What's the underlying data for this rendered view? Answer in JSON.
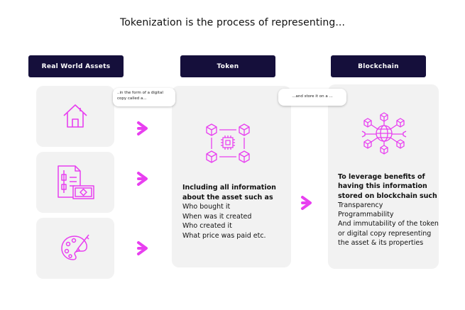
{
  "title": "Tokenization is the process of representing...",
  "headers": {
    "assets": "Real World Assets",
    "token": "Token",
    "blockchain": "Blockchain"
  },
  "bubbles": {
    "digital_copy": "..in the form of a digital copy called a...",
    "store": "...and store it on a ..."
  },
  "token_text": {
    "intro": "Including all information about the asset such as",
    "items": [
      "Who bought it",
      "When was it created",
      "Who created it",
      "What price was paid etc."
    ]
  },
  "blockchain_text": {
    "intro": "To leverage benefits of having this information stored on blockchain",
    "intro_tail": "such",
    "items": [
      "Transparency",
      "Programmability",
      "And immutability of the token or digital copy representing the asset & its properties"
    ]
  },
  "colors": {
    "accent": "#e83ff0",
    "header_bg": "#150f3b",
    "card_bg": "#f2f2f2"
  },
  "icons": [
    "house-icon",
    "document-bill-icon",
    "palette-brush-icon",
    "token-cubes-icon",
    "blockchain-globe-icon",
    "arrow-right-icon"
  ]
}
